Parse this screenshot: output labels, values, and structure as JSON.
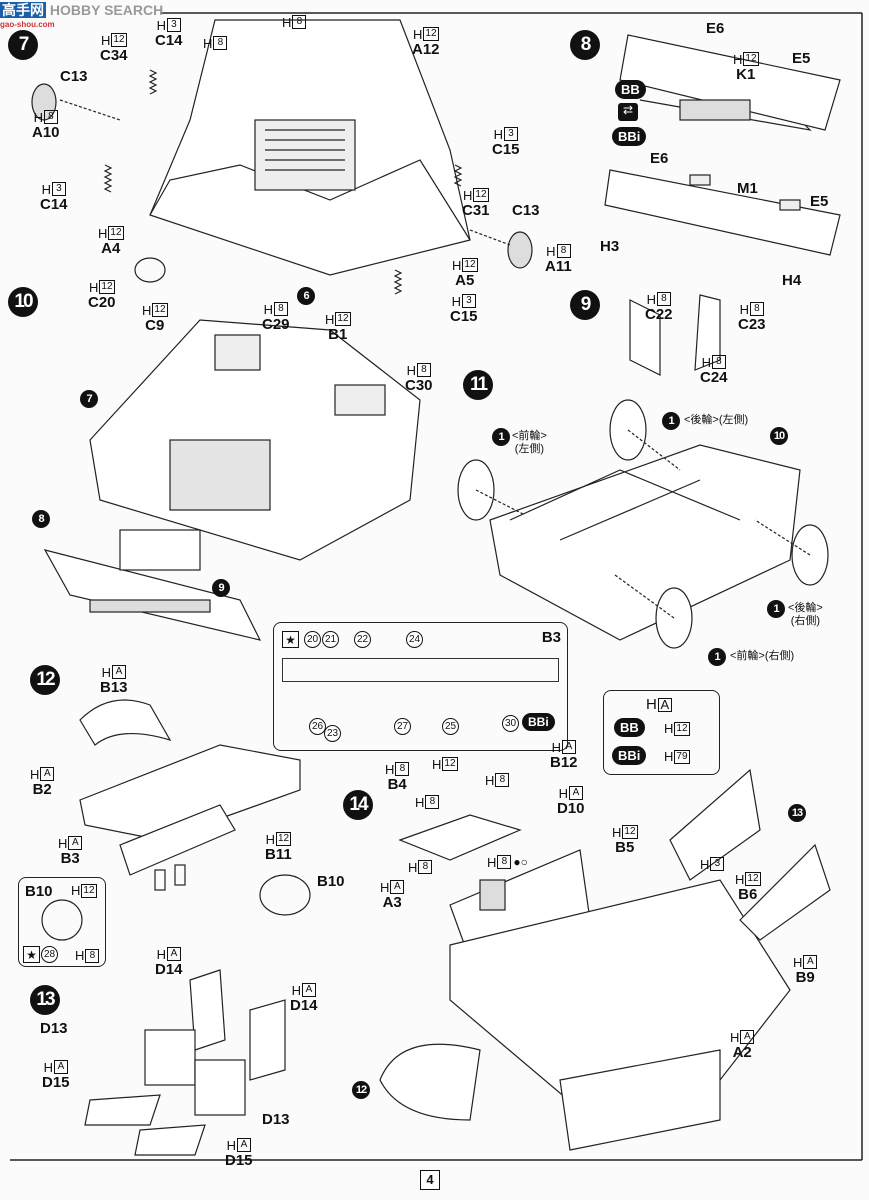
{
  "watermark": {
    "logo_text": "高手网",
    "site": "gao-shou.com",
    "text": "HOBBY SEARCH"
  },
  "h_prefix": "H",
  "page_number": "4",
  "steps": {
    "s7": {
      "number": "7",
      "labels": [
        {
          "part": "C34",
          "h": "12"
        },
        {
          "part": "C14",
          "h": "3"
        },
        {
          "part": "",
          "h": "8"
        },
        {
          "part": "",
          "h": "8"
        },
        {
          "part": "A12",
          "h": "12"
        },
        {
          "part": "C13"
        },
        {
          "part": "A10",
          "h": "8"
        },
        {
          "part": "C14",
          "h": "3"
        },
        {
          "part": "A4",
          "h": "12"
        },
        {
          "part": "C15",
          "h": "3"
        },
        {
          "part": "C31",
          "h": "12"
        },
        {
          "part": "C13"
        },
        {
          "part": "A5",
          "h": "12"
        },
        {
          "part": "A11",
          "h": "8"
        },
        {
          "part": "C15",
          "h": "3"
        }
      ],
      "refs": [
        "6"
      ]
    },
    "s8": {
      "number": "8",
      "labels": [
        {
          "part": "E6"
        },
        {
          "part": "K1",
          "h": "12"
        },
        {
          "part": "E5"
        },
        {
          "part": "E6"
        },
        {
          "part": "M1"
        },
        {
          "part": "E5"
        },
        {
          "part": "H3"
        },
        {
          "part": "H4"
        }
      ],
      "badges": [
        "BB",
        "BBi"
      ],
      "swap_icon": "arrow-swap-icon"
    },
    "s9": {
      "number": "9",
      "labels": [
        {
          "part": "C22",
          "h": "8"
        },
        {
          "part": "C23",
          "h": "8"
        },
        {
          "part": "C24",
          "h": "8"
        }
      ]
    },
    "s10": {
      "number": "10",
      "labels": [
        {
          "part": "C20",
          "h": "12"
        },
        {
          "part": "C9",
          "h": "12"
        },
        {
          "part": "C29",
          "h": "8"
        },
        {
          "part": "B1",
          "h": "12"
        },
        {
          "part": "C30",
          "h": "8"
        }
      ],
      "refs": [
        "7",
        "8",
        "9"
      ]
    },
    "s11": {
      "number": "11",
      "wheel_ref": "1",
      "refs": [
        "10"
      ],
      "wheels": [
        {
          "name": "<後輪>",
          "side": "(左側)"
        },
        {
          "name": "<前輪>",
          "side": "(左側)"
        },
        {
          "name": "<後輪>",
          "side": "(右側)"
        },
        {
          "name": "<前輪>",
          "side": "(右側)"
        }
      ]
    },
    "s12": {
      "number": "12",
      "labels": [
        {
          "part": "B13",
          "h": "A"
        },
        {
          "part": "B2",
          "h": "A"
        },
        {
          "part": "B3",
          "h": "A"
        },
        {
          "part": "B11",
          "h": "12"
        },
        {
          "part": "B10"
        }
      ],
      "inset": {
        "part": "B10",
        "h_top": "12",
        "h_bottom": "8",
        "decal": "28"
      }
    },
    "s13": {
      "number": "13",
      "labels": [
        {
          "part": "D14",
          "h": "A"
        },
        {
          "part": "D14",
          "h": "A"
        },
        {
          "part": "D13"
        },
        {
          "part": "D15",
          "h": "A"
        },
        {
          "part": "D13"
        },
        {
          "part": "D15",
          "h": "A"
        }
      ]
    },
    "s14": {
      "number": "14",
      "labels": [
        {
          "part": "B4",
          "h": "8"
        },
        {
          "part": "",
          "h": "12"
        },
        {
          "part": "",
          "h": "8"
        },
        {
          "part": "",
          "h": "8"
        },
        {
          "part": "B12",
          "h": "A"
        },
        {
          "part": "D10",
          "h": "A"
        },
        {
          "part": "",
          "h": "8"
        },
        {
          "part": "",
          "h": "8"
        },
        {
          "part": "A3",
          "h": "A"
        },
        {
          "part": "B5",
          "h": "12"
        },
        {
          "part": "",
          "h": "3"
        },
        {
          "part": "B6",
          "h": "12"
        },
        {
          "part": "B9",
          "h": "A"
        },
        {
          "part": "A2",
          "h": "A"
        }
      ],
      "refs": [
        "13",
        "12"
      ]
    }
  },
  "dash_inset": {
    "part": "B3",
    "decals": [
      "20",
      "21",
      "22",
      "24",
      "26",
      "23",
      "27",
      "25",
      "30"
    ],
    "badge": "BBi"
  },
  "legend": {
    "h": "A",
    "rows": [
      {
        "badge": "BB",
        "h": "12"
      },
      {
        "badge": "BBi",
        "h": "79"
      }
    ]
  }
}
